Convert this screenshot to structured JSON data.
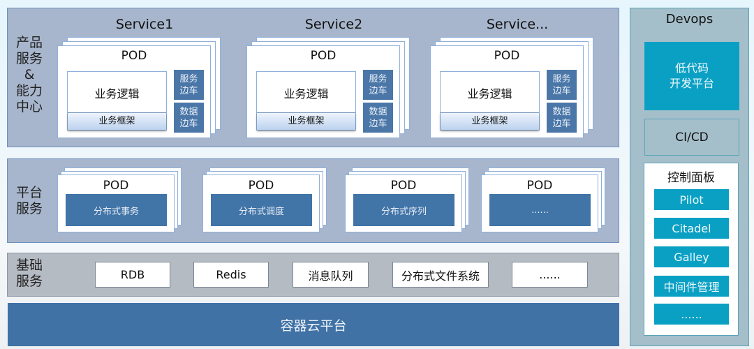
{
  "layers": {
    "product": "产品\n服务\n&\n能力\n中心",
    "platform": "平台\n服务",
    "base": "基础\n服务"
  },
  "services": [
    {
      "title": "Service1",
      "pod": "POD",
      "logic": "业务逻辑",
      "framework": "业务框架",
      "sidecar1": "服务\n边车",
      "sidecar2": "数据\n边车"
    },
    {
      "title": "Service2",
      "pod": "POD",
      "logic": "业务逻辑",
      "framework": "业务框架",
      "sidecar1": "服务\n边车",
      "sidecar2": "数据\n边车"
    },
    {
      "title": "Service...",
      "pod": "POD",
      "logic": "业务逻辑",
      "framework": "业务框架",
      "sidecar1": "服务\n边车",
      "sidecar2": "数据\n边车"
    }
  ],
  "platform_pods": [
    {
      "pod": "POD",
      "label": "分布式事务"
    },
    {
      "pod": "POD",
      "label": "分布式调度"
    },
    {
      "pod": "POD",
      "label": "分布式序列"
    },
    {
      "pod": "POD",
      "label": "......"
    }
  ],
  "base_services": [
    "RDB",
    "Redis",
    "消息队列",
    "分布式文件系统",
    "......"
  ],
  "container_platform": "容器云平台",
  "devops": {
    "title": "Devops",
    "lowcode": "低代码\n开发平台",
    "cicd": "CI/CD",
    "control_panel": {
      "title": "控制面板",
      "items": [
        "Pilot",
        "Citadel",
        "Galley",
        "中间件管理",
        "......"
      ]
    }
  },
  "colors": {
    "primary_blue": "#4072a6",
    "teal": "#0aa0c4",
    "panel": "#a7b6cc"
  }
}
